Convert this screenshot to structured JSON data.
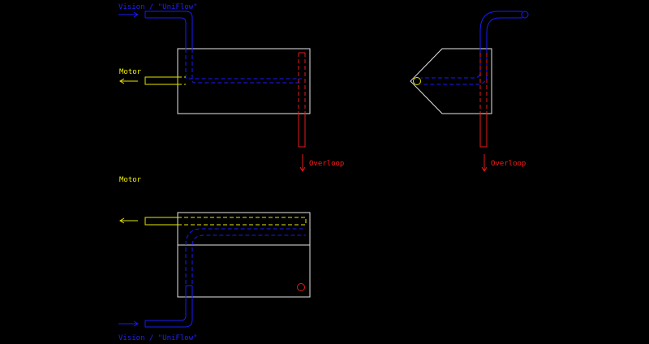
{
  "labels": {
    "vision_top": "Vision / \"UniFlow\"",
    "vision_bottom": "Vision / \"UniFlow\"",
    "motor_top": "Motor",
    "motor_bottom": "Motor",
    "overloop_left": "Overloop",
    "overloop_right": "Overloop"
  },
  "colors": {
    "background": "#000000",
    "vision_pipe": "#1a1aff",
    "motor_pipe": "#e6e600",
    "overloop_pipe": "#e61a1a",
    "outline": "#e6e6e6"
  }
}
